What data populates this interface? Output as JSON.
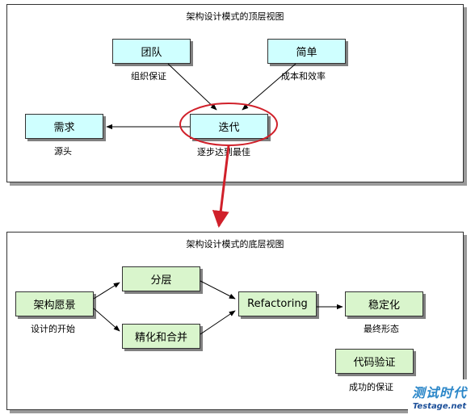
{
  "top": {
    "title": "架构设计模式的顶层视图",
    "nodes": {
      "team": {
        "label": "团队",
        "caption": "组织保证"
      },
      "simple": {
        "label": "简单",
        "caption": "成本和效率"
      },
      "req": {
        "label": "需求",
        "caption": "源头"
      },
      "iter": {
        "label": "迭代",
        "caption": "逐步达到最佳"
      }
    }
  },
  "bottom": {
    "title": "架构设计模式的底层视图",
    "nodes": {
      "vision": {
        "label": "架构愿景",
        "caption": "设计的开始"
      },
      "layer": {
        "label": "分层"
      },
      "refine": {
        "label": "精化和合并"
      },
      "refactor": {
        "label": "Refactoring"
      },
      "stable": {
        "label": "稳定化",
        "caption": "最终形态"
      },
      "verify": {
        "label": "代码验证",
        "caption": "成功的保证"
      }
    }
  },
  "colors": {
    "highlight": "#d0202a",
    "top_box": "#cfffff",
    "bottom_box": "#d9f5cc"
  },
  "watermark": {
    "cn": "测试时代",
    "en": "Testage.net"
  }
}
